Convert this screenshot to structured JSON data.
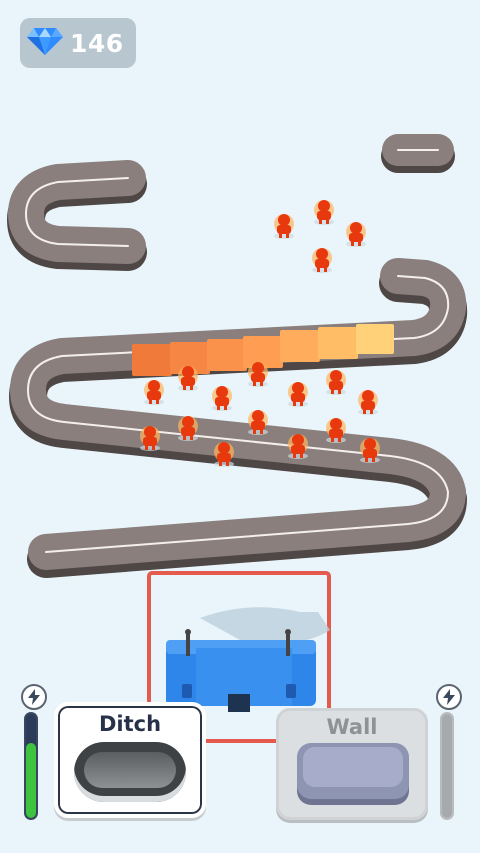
{
  "hud": {
    "gems": "146",
    "gem_icon": "diamond-icon",
    "gem_color": "#2f8bff"
  },
  "cards": {
    "ditch": {
      "label": "Ditch",
      "icon": "ditch-icon",
      "state": "selected"
    },
    "wall": {
      "label": "Wall",
      "icon": "wall-icon",
      "state": "disabled"
    }
  },
  "energy": {
    "left_icon": "lightning-icon",
    "right_icon": "lightning-icon",
    "left_level": 0.72,
    "right_level": 1.0,
    "left_color": "#3ec43e",
    "right_color": "#a7aaad"
  },
  "colors": {
    "background": "#e9f5fb",
    "road": "#8a7f7c",
    "road_shadow": "#5e5553",
    "enemy": "#e8380d",
    "castle": "#2f86ea",
    "placement_frame": "#e45a4d"
  }
}
